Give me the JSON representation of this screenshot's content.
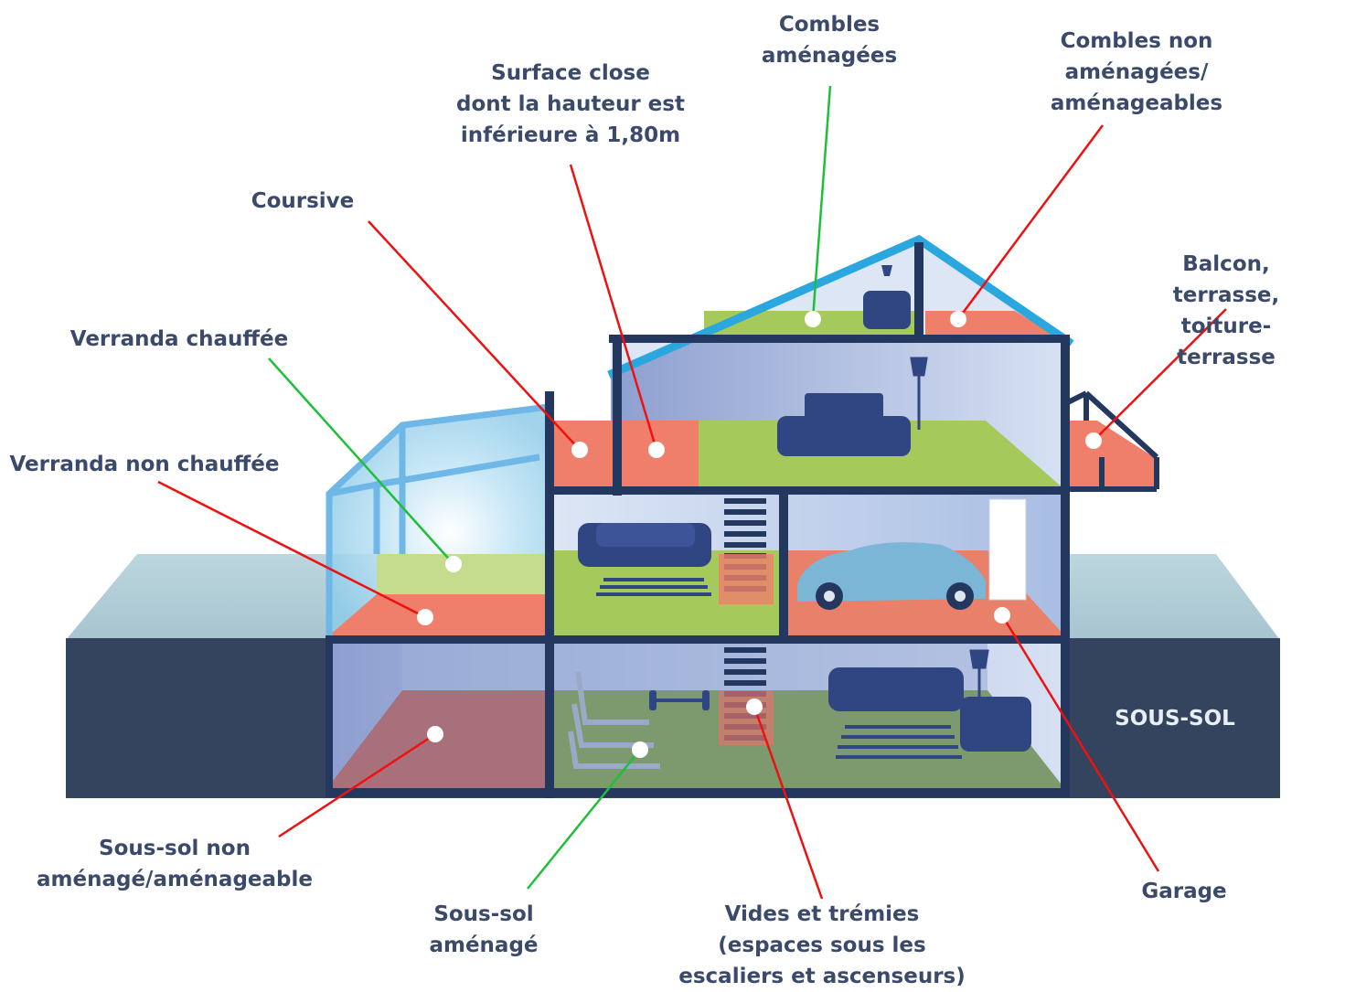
{
  "labels": {
    "combles_amenagees": "Combles\naménagées",
    "combles_non_amenagees": "Combles non\naménagées/\naménageables",
    "surface_close": "Surface close\ndont la hauteur est\ninférieure à 1,80m",
    "coursive": "Coursive",
    "balcon": "Balcon, terrasse,\ntoiture-terrasse",
    "verranda_chauffee": "Verranda chauffée",
    "verranda_non_chauffee": "Verranda non chauffée",
    "sous_sol_non_amenage": "Sous-sol non\naménagé/aménageable",
    "sous_sol_amenage": "Sous-sol\naménagé",
    "vides_tremies": "Vides et trémies\n(espaces sous les\nescaliers et ascenseurs)",
    "garage": "Garage",
    "sous_sol_tag": "SOUS-SOL"
  },
  "colors": {
    "included_line": "#1fbf3a",
    "excluded_line": "#ee1111",
    "included_floor": "#a5c95b",
    "excluded_floor": "#ef7f6a",
    "structure": "#24375f",
    "roof": "#2aa7de",
    "ground": "#34445f",
    "label_text": "#3b4a6b"
  }
}
